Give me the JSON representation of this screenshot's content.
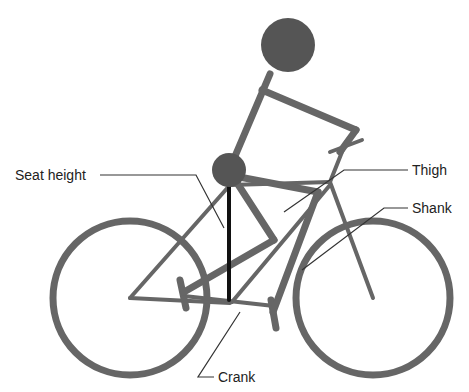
{
  "diagram": {
    "labels": [
      "Seat height",
      "Thigh",
      "Shank",
      "Crank"
    ]
  }
}
